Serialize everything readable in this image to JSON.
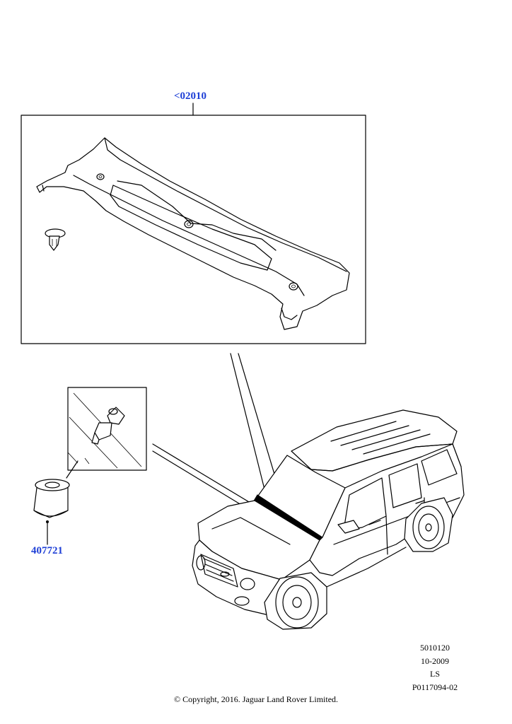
{
  "callouts": {
    "cowl_panel": "<02010",
    "clip": "407721"
  },
  "meta": {
    "line1": "5010120",
    "line2": "10-2009",
    "line3": "LS",
    "line4": "P0117094-02"
  },
  "copyright": "© Copyright, 2016. Jaguar Land Rover Limited.",
  "colors": {
    "callout": "#1e3fd6",
    "line": "#000000"
  }
}
